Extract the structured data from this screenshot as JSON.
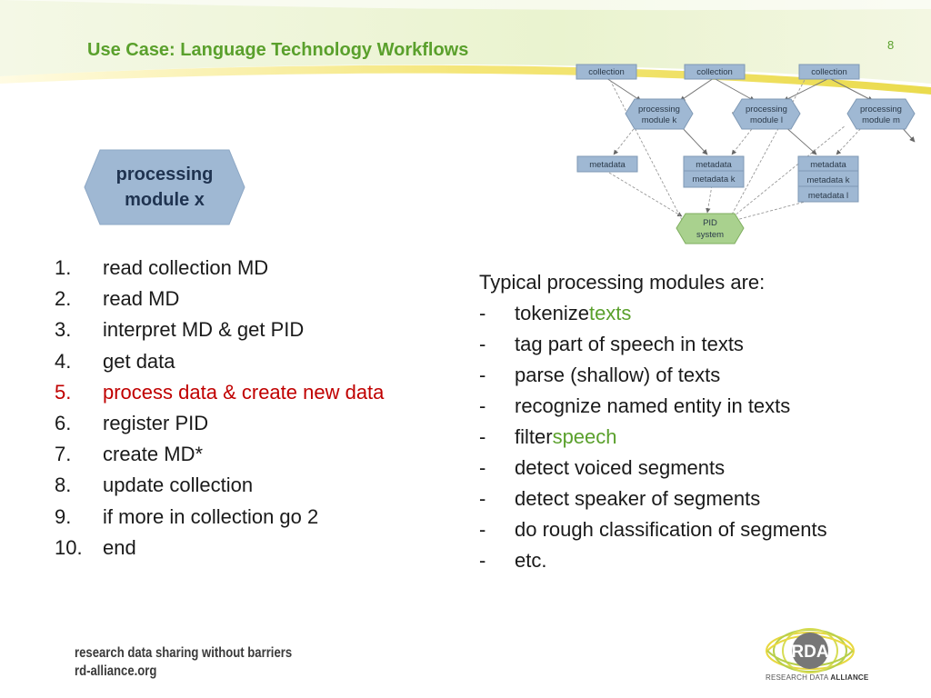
{
  "slide": {
    "title": "Use Case: Language Technology Workflows",
    "number": "8"
  },
  "diagram": {
    "collections": [
      "collection",
      "collection",
      "collection"
    ],
    "modules": [
      {
        "line1": "processing",
        "line2": "module k"
      },
      {
        "line1": "processing",
        "line2": "module l"
      },
      {
        "line1": "processing",
        "line2": "module m"
      }
    ],
    "metadata_left": "metadata",
    "metadata_mid": [
      "metadata",
      "metadata k"
    ],
    "metadata_right": [
      "metadata",
      "metadata k",
      "metadata l"
    ],
    "pid": {
      "line1": "PID",
      "line2": "system"
    }
  },
  "module_x": {
    "line1": "processing",
    "line2": "module x"
  },
  "steps": [
    {
      "num": "1.",
      "text": "read collection MD"
    },
    {
      "num": "2.",
      "text": "read MD"
    },
    {
      "num": "3.",
      "text": "interpret MD & get PID"
    },
    {
      "num": "4.",
      "text": "get data"
    },
    {
      "num": "5.",
      "text": "process data & create new data"
    },
    {
      "num": "6.",
      "text": "register PID"
    },
    {
      "num": "7.",
      "text": "create MD*"
    },
    {
      "num": "8.",
      "text": "update collection"
    },
    {
      "num": "9.",
      "text": "if more in collection go 2"
    },
    {
      "num": "10.",
      "text": "end"
    }
  ],
  "typical": {
    "intro": "Typical processing modules are:",
    "items": [
      {
        "text": "tokenize ",
        "accent": "texts"
      },
      {
        "text": "tag part of speech in texts",
        "accent": ""
      },
      {
        "text": "parse (shallow) of texts",
        "accent": ""
      },
      {
        "text": "recognize named entity in texts",
        "accent": ""
      },
      {
        "text": "filter ",
        "accent": "speech"
      },
      {
        "text": "detect voiced segments",
        "accent": ""
      },
      {
        "text": "detect speaker of segments",
        "accent": ""
      },
      {
        "text": "do rough classification of segments",
        "accent": ""
      },
      {
        "text": "etc.",
        "accent": ""
      }
    ],
    "dash": "-"
  },
  "footer": {
    "tagline": "research data sharing without barriers",
    "url": "rd-alliance.org",
    "logo_text": "RDA",
    "logo_caption_a": "RESEARCH DATA ",
    "logo_caption_b": "ALLIANCE"
  },
  "colors": {
    "title_green": "#5aa02c",
    "highlight_red": "#c00000",
    "box_blue": "#9fb8d3",
    "pid_green": "#a9d18e"
  }
}
